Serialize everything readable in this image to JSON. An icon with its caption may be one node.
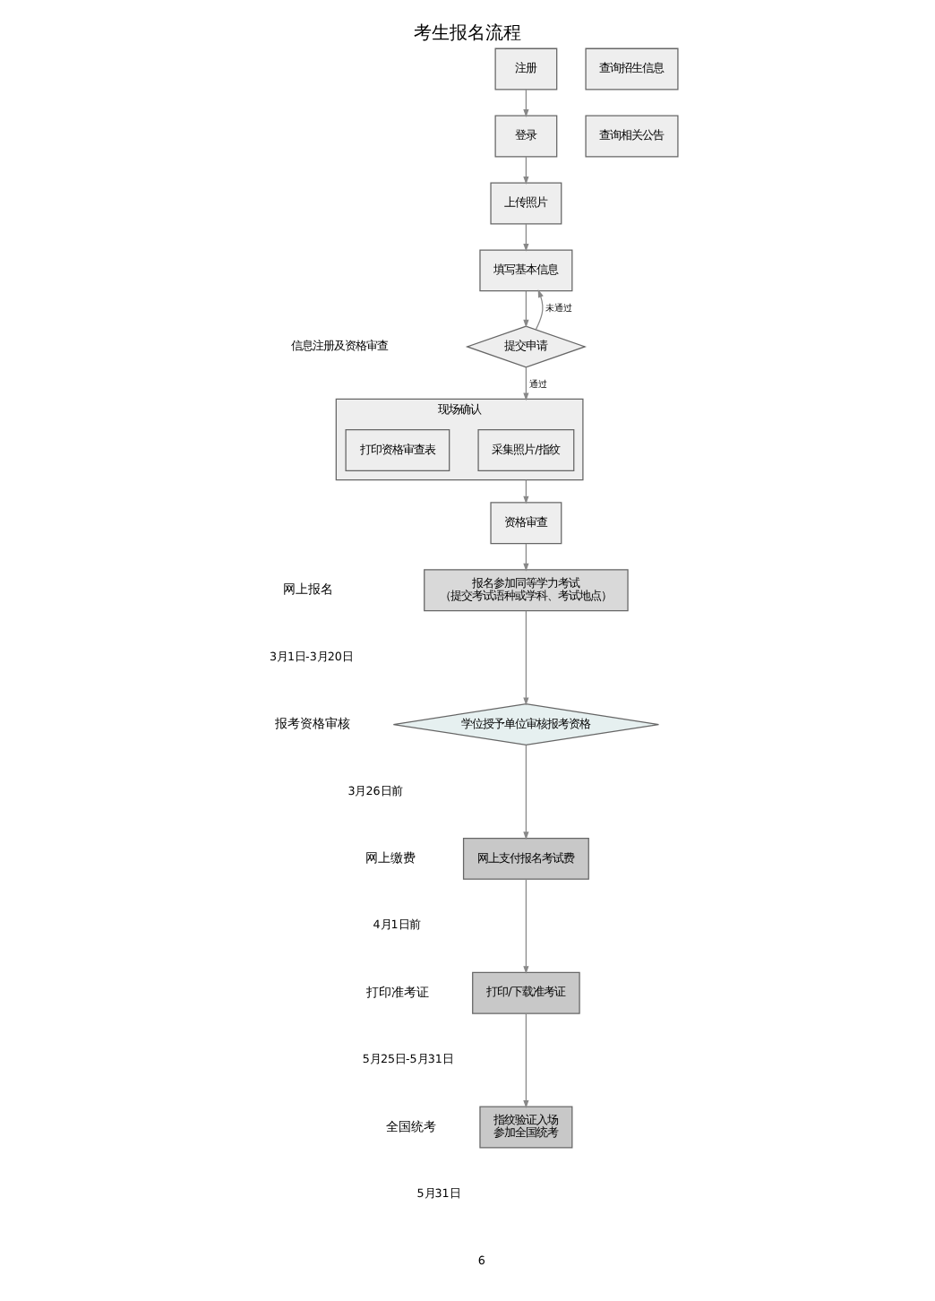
{
  "diagram": {
    "title": "考生报名流程",
    "nodes": [
      {
        "text": [
          "注册"
        ]
      },
      {
        "text": [
          "查询招生信息"
        ]
      },
      {
        "text": [
          "登录"
        ]
      },
      {
        "text": [
          "查询相关公告"
        ]
      },
      {
        "text": [
          "上传照片"
        ]
      },
      {
        "text": [
          "填写基本信息"
        ]
      },
      {
        "text": [
          "提交申请"
        ]
      },
      {
        "text": [
          "现场确认"
        ]
      },
      {
        "text": [
          "采集照片/指纹"
        ],
        "in": 7
      },
      {
        "text": [
          "打印资格审查表"
        ],
        "in": 7
      },
      {
        "text": [
          "资格审查"
        ]
      },
      {
        "text": [
          "报名参加同等学力考试",
          "（提交考试语种或学科、考试地点）"
        ]
      },
      {
        "text": [
          "学位授予单位审核报考资格"
        ]
      },
      {
        "text": [
          "网上支付报名考试费"
        ]
      },
      {
        "text": [
          "打印/下载准考证"
        ]
      },
      {
        "text": [
          "指纹验证入场",
          "参加全国统考"
        ]
      }
    ],
    "edges": [
      {
        "from": 0,
        "to": 2,
        "arrow": "to"
      },
      {
        "from": 2,
        "to": 4,
        "arrow": "to"
      },
      {
        "from": 4,
        "to": 5,
        "arrow": "to"
      },
      {
        "from": 5,
        "to": 6,
        "arrow": "to"
      },
      {
        "from": 6,
        "to": 5,
        "arrow": "to",
        "label": "未通过"
      },
      {
        "from": 6,
        "to": 7,
        "arrow": "to",
        "label": "通过"
      },
      {
        "from": 7,
        "to": 10,
        "arrow": "to"
      },
      {
        "from": 10,
        "to": 11,
        "arrow": "to"
      },
      {
        "from": 11,
        "to": 12,
        "arrow": "to"
      },
      {
        "from": 12,
        "to": 13,
        "arrow": "to"
      },
      {
        "from": 13,
        "to": 14,
        "arrow": "to"
      },
      {
        "from": 14,
        "to": 15,
        "arrow": "to"
      }
    ],
    "labels": [
      "信息注册及资格审查",
      "网上报名",
      "3月1日-3月20日",
      "报考资格审核",
      "3月26日前",
      "网上缴费",
      "4月1日前",
      "打印准考证",
      "5月25日-5月31日",
      "全国统考",
      "5月31日",
      "6"
    ]
  }
}
